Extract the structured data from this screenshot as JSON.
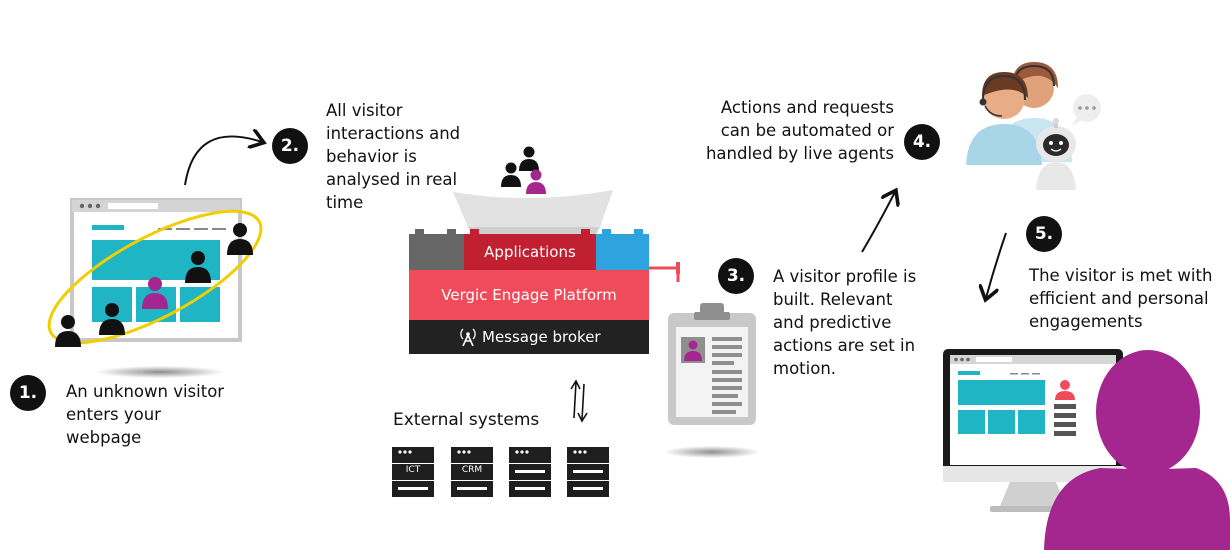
{
  "steps": [
    {
      "number": "1.",
      "lines": [
        "An unknown visitor",
        "enters your",
        "webpage"
      ]
    },
    {
      "number": "2.",
      "lines": [
        "All visitor",
        "interactions and",
        "behavior is",
        "analysed in real",
        "time"
      ]
    },
    {
      "number": "3.",
      "lines": [
        "A visitor profile is",
        "built. Relevant",
        "and predictive",
        "actions are set in",
        "motion."
      ]
    },
    {
      "number": "4.",
      "lines": [
        "Actions and requests",
        "can be automated or",
        "handled by live agents"
      ]
    },
    {
      "number": "5.",
      "lines": [
        "The visitor is met with",
        "efficient and personal",
        "engagements"
      ]
    }
  ],
  "platform": {
    "applications": "Applications",
    "engage": "Vergic Engage Platform",
    "broker": "Message broker"
  },
  "external": {
    "title": "External systems",
    "servers": [
      "ICT",
      "CRM",
      "",
      ""
    ]
  },
  "colors": {
    "teal": "#1fb5c4",
    "magenta": "#a3278f",
    "red_dark": "#c0202f",
    "red_light": "#ef4b5a",
    "blue": "#2fa3de",
    "yellow": "#f2cd00",
    "dark": "#222222"
  }
}
